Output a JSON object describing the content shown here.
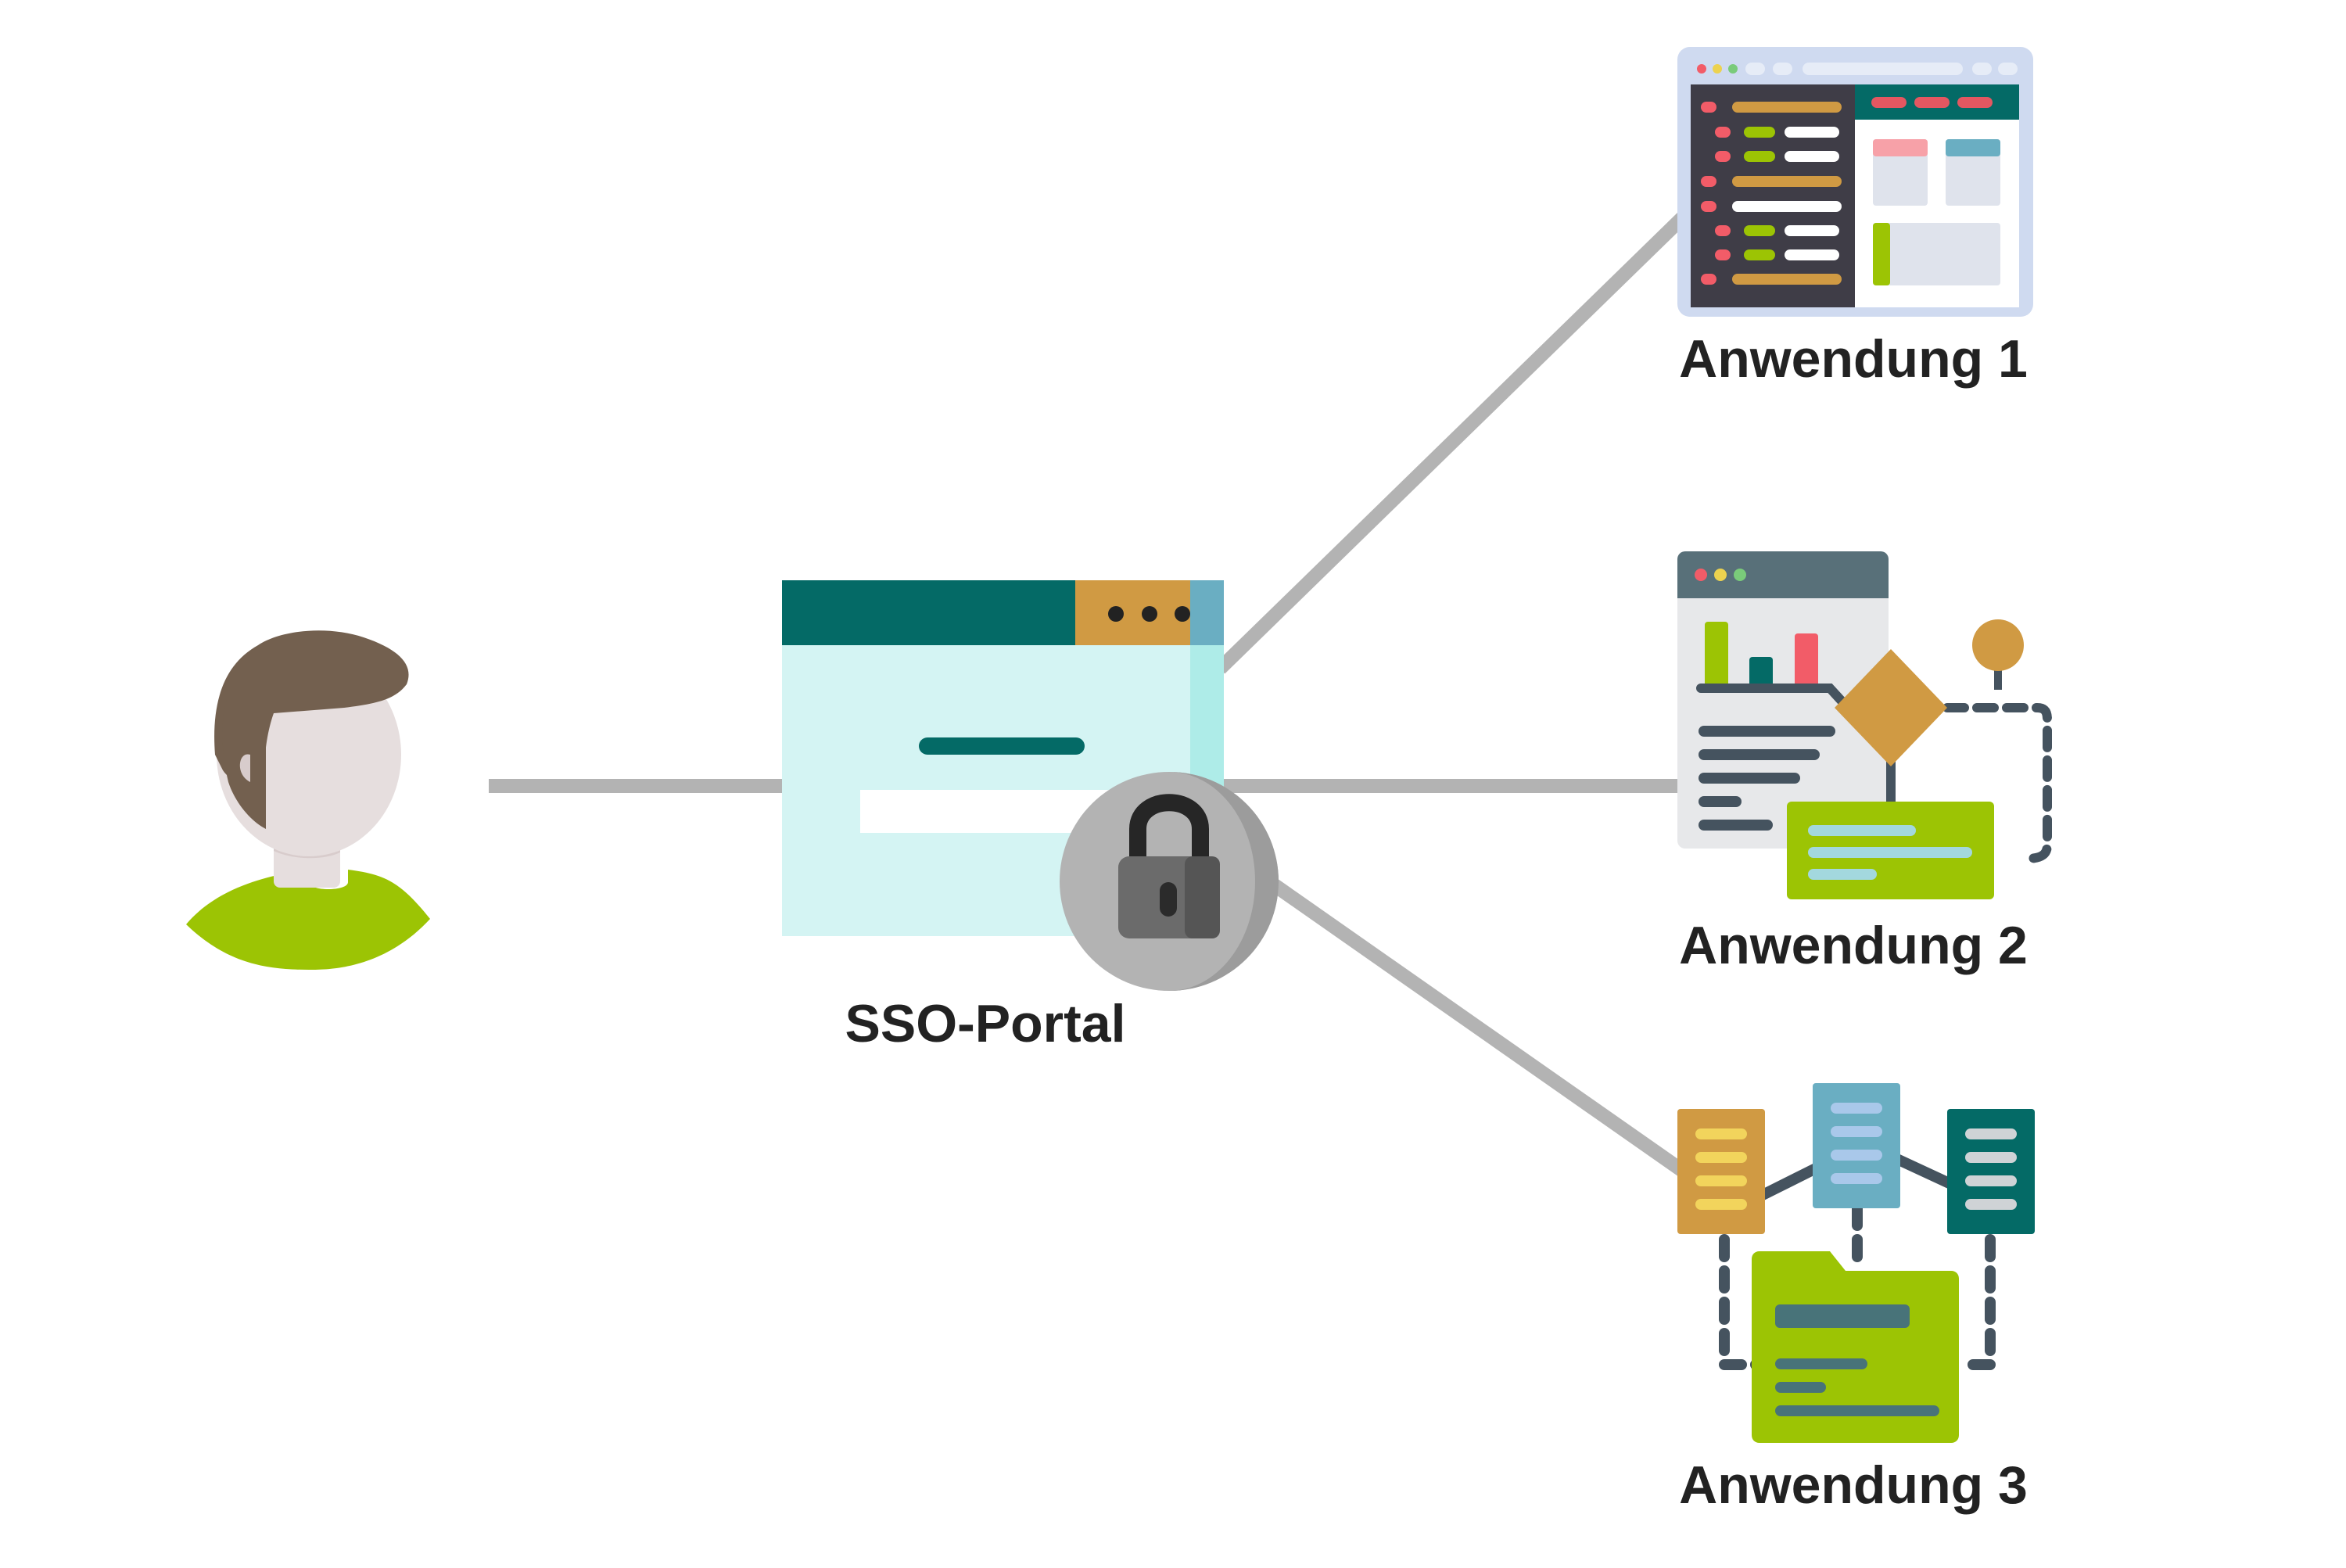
{
  "portal": {
    "label": "SSO-Portal"
  },
  "applications": [
    {
      "label": "Anwendung 1"
    },
    {
      "label": "Anwendung 2"
    },
    {
      "label": "Anwendung 3"
    }
  ],
  "colors": {
    "connector": "#b3b3b3",
    "teal": "#046a66",
    "mint": "#d4f4f3",
    "ochre": "#d09a43",
    "lime": "#9cc404",
    "slate": "#45535f",
    "lock_gray": "#6b6b6b"
  },
  "icons": {
    "user": "user-avatar-icon",
    "portal": "login-window-icon",
    "lock": "padlock-icon",
    "app1": "code-editor-window-icon",
    "app2": "report-flowchart-icon",
    "app3": "server-network-folder-icon"
  }
}
